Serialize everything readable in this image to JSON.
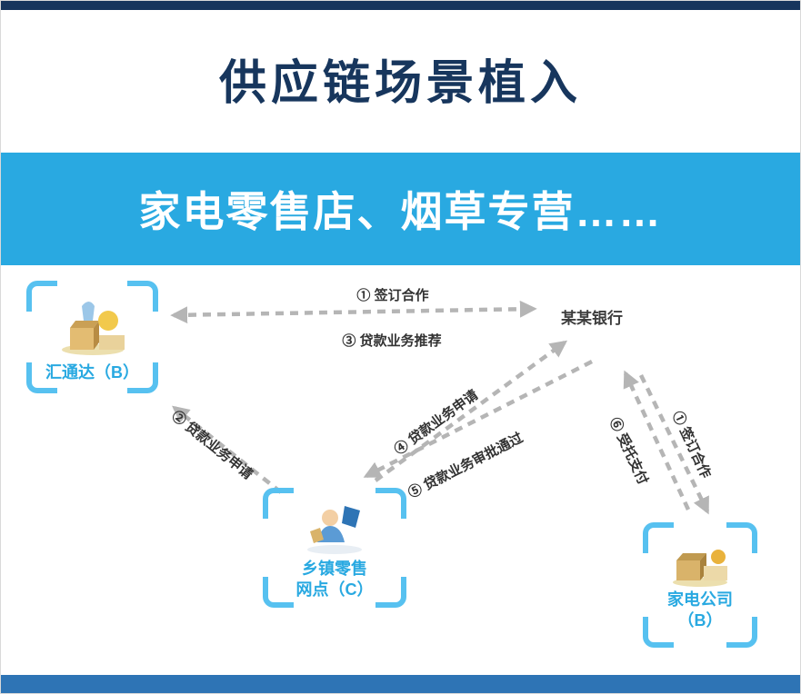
{
  "page": {
    "title": "供应链场景植入",
    "banner": "家电零售店、烟草专营……"
  },
  "nodes": {
    "huitongda": {
      "label": "汇通达（B）"
    },
    "bank": {
      "label": "某某银行"
    },
    "outlet": {
      "line1": "乡镇零售",
      "line2": "网点（C）"
    },
    "appliance": {
      "line1": "家电公司",
      "line2": "（B）"
    }
  },
  "edges": {
    "e1_top": "① 签订合作",
    "e3_recommend": "③ 贷款业务推荐",
    "e2_apply": "② 贷款业务申请",
    "e4_apply": "④ 贷款业务申请",
    "e5_approve": "⑤ 贷款业务审批通过",
    "e1_right": "① 签订合作",
    "e6_payment": "⑥ 受托支付"
  },
  "colors": {
    "title_text": "#17365d",
    "banner_bg": "#29a9e1",
    "node_accent": "#57c1f0",
    "label_blue": "#29a9e1",
    "arrow_gray": "#b5b5b5",
    "edge_text": "#333333",
    "footer_bg": "#2e74b5"
  }
}
